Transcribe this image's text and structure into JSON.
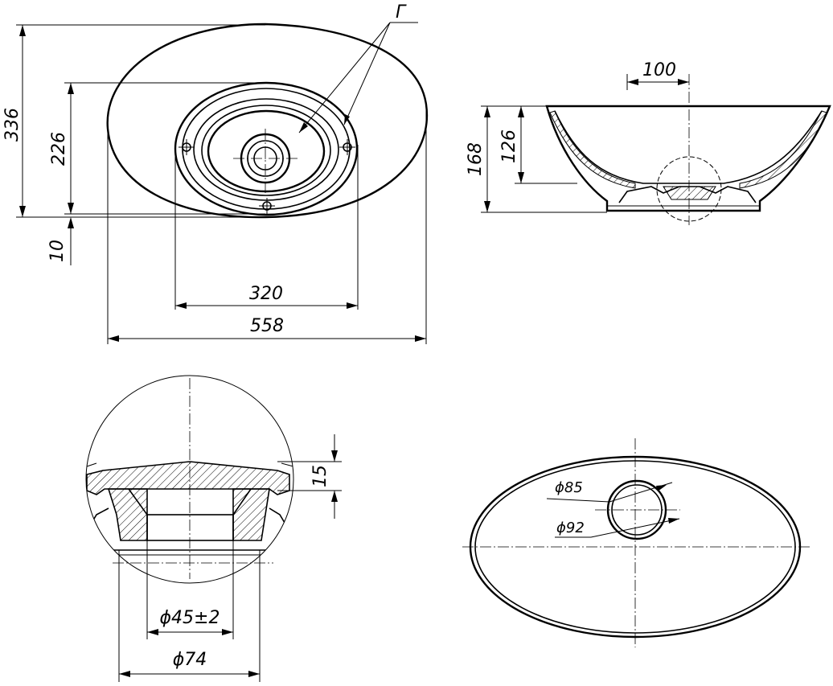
{
  "labels": {
    "detail_marker": "Г",
    "top_height_total": "336",
    "top_height_bowl": "226",
    "top_offset": "10",
    "top_width_bowl": "320",
    "top_width_total": "558",
    "side_offset": "100",
    "side_height_total": "168",
    "side_height_bowl": "126",
    "detail_height": "15",
    "detail_diameter_inner": "ϕ45±2",
    "detail_diameter_outer": "ϕ74",
    "bottom_diameter_inner": "ϕ85",
    "bottom_diameter_outer": "ϕ92"
  }
}
